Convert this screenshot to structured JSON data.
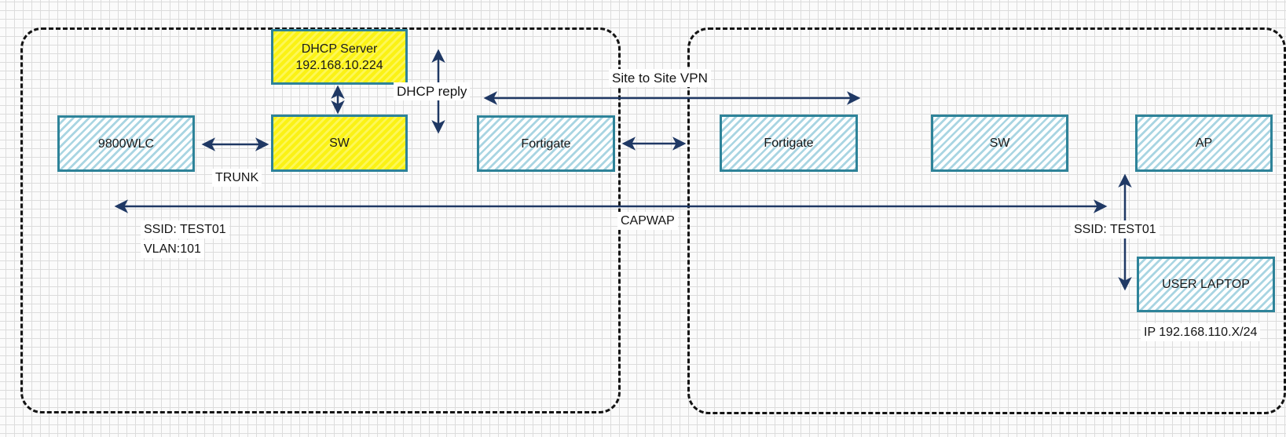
{
  "nodes": {
    "dhcp_server": {
      "label": "DHCP Server",
      "ip": "192.168.10.224"
    },
    "wlc": {
      "label": "9800WLC"
    },
    "sw_left": {
      "label": "SW"
    },
    "fortigate_left": {
      "label": "Fortigate"
    },
    "fortigate_right": {
      "label": "Fortigate"
    },
    "sw_right": {
      "label": "SW"
    },
    "ap": {
      "label": "AP"
    },
    "user_laptop": {
      "label": "USER LAPTOP"
    }
  },
  "connection_labels": {
    "trunk": "TRUNK",
    "dhcp_reply": "DHCP reply",
    "site_to_site_vpn": "Site to Site VPN",
    "capwap": "CAPWAP",
    "ssid_left": "SSID: TEST01",
    "vlan_left": "VLAN:101",
    "ssid_right": "SSID: TEST01",
    "laptop_ip": "IP 192.168.110.X/24"
  },
  "colors": {
    "arrow": "#1f3864",
    "node_border": "#2e8399",
    "hatch_blue": "#a9d5e2",
    "hatch_yellow": "#fbf214",
    "site_border": "#141414"
  }
}
